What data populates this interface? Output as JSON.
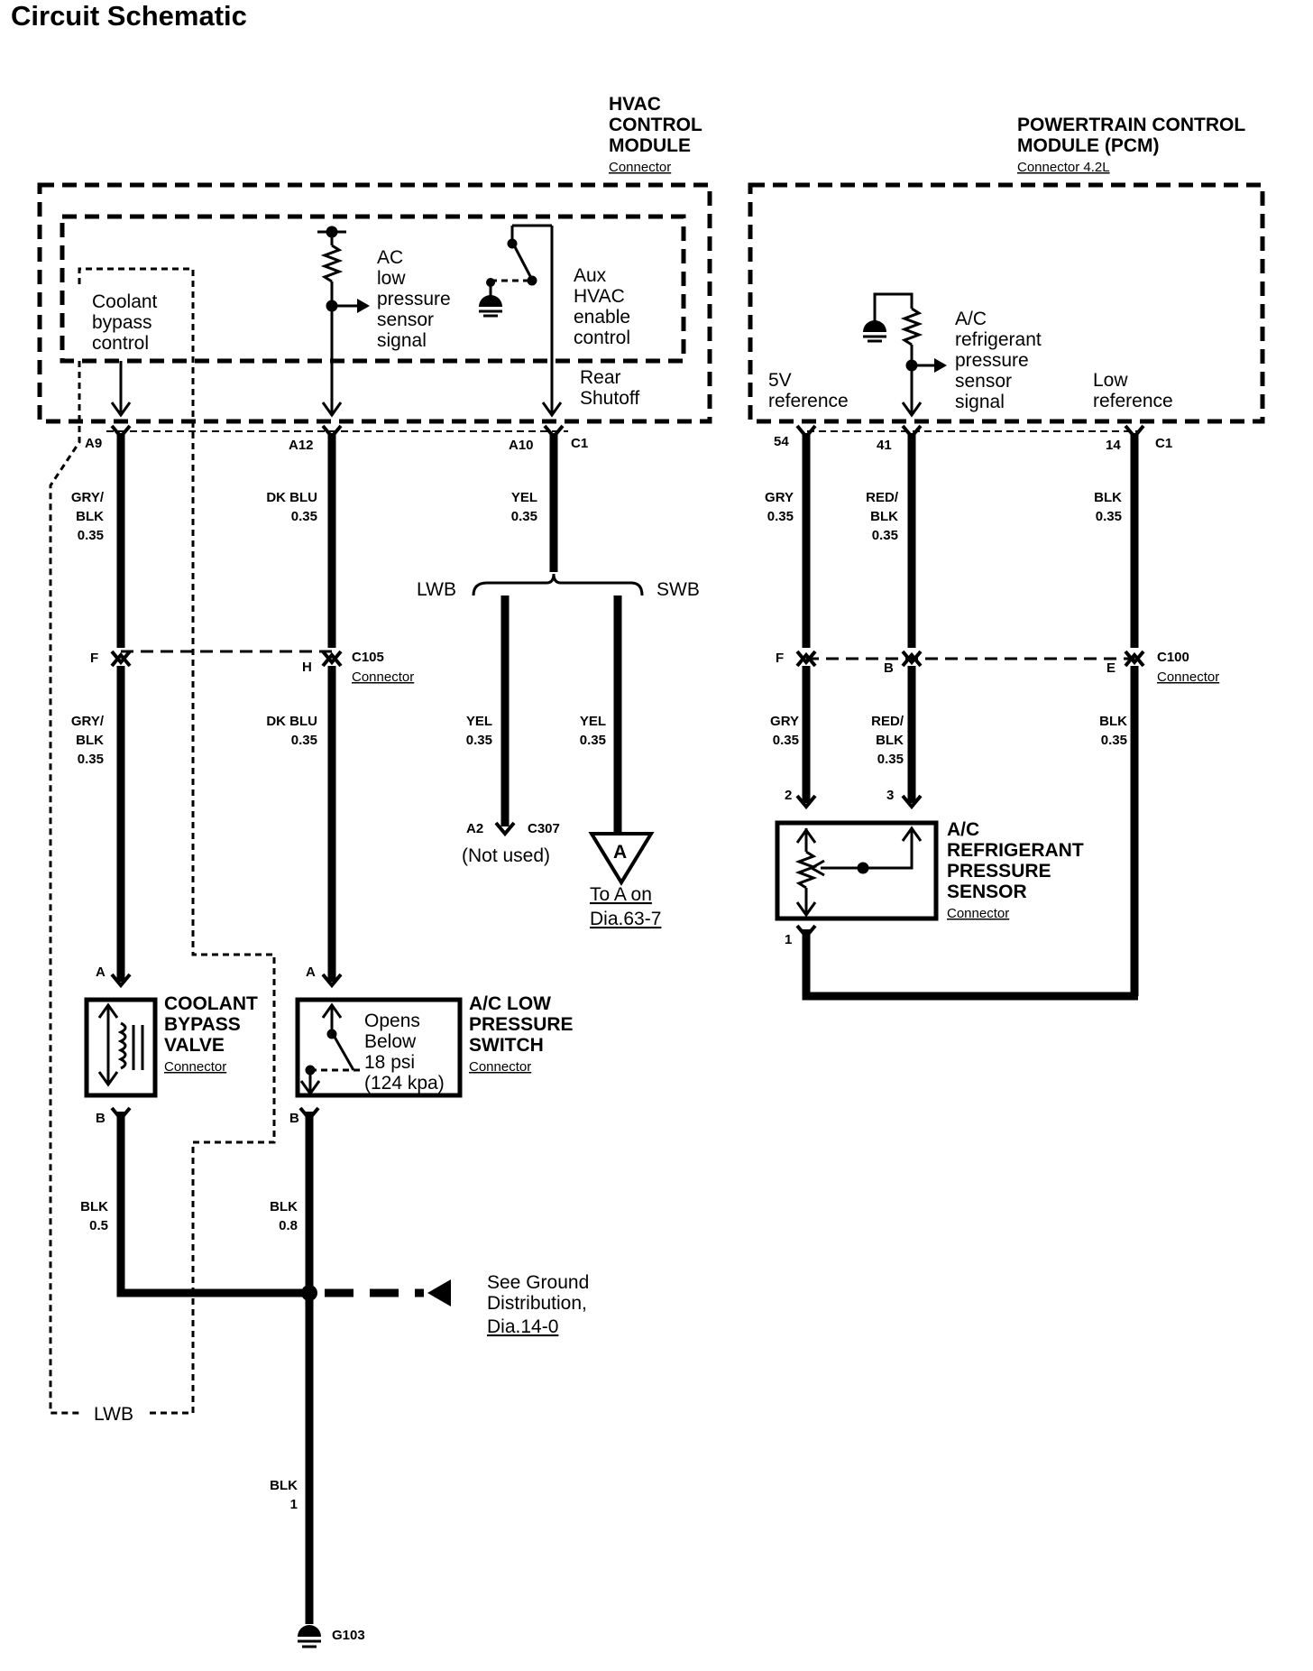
{
  "title": "Circuit Schematic",
  "hvac_module": {
    "title": [
      "HVAC",
      "CONTROL",
      "MODULE"
    ],
    "connector": "Connector",
    "coolant_bypass_control": [
      "Coolant",
      "bypass",
      "control"
    ],
    "ac_low_pressure_signal": [
      "AC",
      "low",
      "pressure",
      "sensor",
      "signal"
    ],
    "aux_hvac_enable": [
      "Aux",
      "HVAC",
      "enable",
      "control"
    ],
    "rear_shutoff": [
      "Rear",
      "Shutoff"
    ]
  },
  "pcm": {
    "title": [
      "POWERTRAIN CONTROL",
      "MODULE (PCM)"
    ],
    "connector": "Connector 4.2L",
    "ac_refrigerant_signal": [
      "A/C",
      "refrigerant",
      "pressure",
      "sensor",
      "signal"
    ],
    "five_v_reference": [
      "5V",
      "reference"
    ],
    "low_reference": [
      "Low",
      "reference"
    ]
  },
  "pins": {
    "a9": "A9",
    "a12": "A12",
    "a10": "A10",
    "c1_hvac": "C1",
    "p54": "54",
    "p41": "41",
    "p14": "14",
    "c1_pcm": "C1",
    "f_c105": "F",
    "h_c105": "H",
    "c105": "C105",
    "f_c100": "F",
    "b_c100": "B",
    "e_c100": "E",
    "c100": "C100",
    "a_valve": "A",
    "b_valve": "B",
    "a_switch": "A",
    "b_switch": "B",
    "s2": "2",
    "s3": "3",
    "s1": "1",
    "a2": "A2",
    "c307": "C307"
  },
  "wires": {
    "w1": [
      "GRY/",
      "BLK",
      "0.35"
    ],
    "w2": [
      "DK BLU",
      "0.35"
    ],
    "w3": [
      "YEL",
      "0.35"
    ],
    "w4": [
      "GRY",
      "0.35"
    ],
    "w5": [
      "RED/",
      "BLK",
      "0.35"
    ],
    "w6": [
      "BLK",
      "0.35"
    ],
    "w7": [
      "GRY/",
      "BLK",
      "0.35"
    ],
    "w8": [
      "DK BLU",
      "0.35"
    ],
    "w9": [
      "YEL",
      "0.35"
    ],
    "w10": [
      "YEL",
      "0.35"
    ],
    "w11": [
      "GRY",
      "0.35"
    ],
    "w12": [
      "RED/",
      "BLK",
      "0.35"
    ],
    "w13": [
      "BLK",
      "0.35"
    ],
    "w14": [
      "BLK",
      "0.5"
    ],
    "w15": [
      "BLK",
      "0.8"
    ],
    "w16": [
      "BLK",
      "1"
    ]
  },
  "branch": {
    "lwb": "LWB",
    "swb": "SWB"
  },
  "not_used": "(Not used)",
  "offpage": {
    "letter": "A",
    "line1": "To A on",
    "line2": "Dia.63-7"
  },
  "sensor": {
    "title": [
      "A/C",
      "REFRIGERANT",
      "PRESSURE",
      "SENSOR"
    ],
    "connector": "Connector"
  },
  "valve": {
    "title": [
      "COOLANT",
      "BYPASS",
      "VALVE"
    ],
    "connector": "Connector"
  },
  "switch": {
    "title": [
      "A/C LOW",
      "PRESSURE",
      "SWITCH"
    ],
    "connector": "Connector",
    "note": [
      "Opens",
      "Below",
      "18 psi",
      "(124 kpa)"
    ]
  },
  "ground": {
    "see": [
      "See Ground",
      "Distribution,",
      "Dia.14-0"
    ],
    "g103": "G103"
  },
  "lwb_box": "LWB"
}
